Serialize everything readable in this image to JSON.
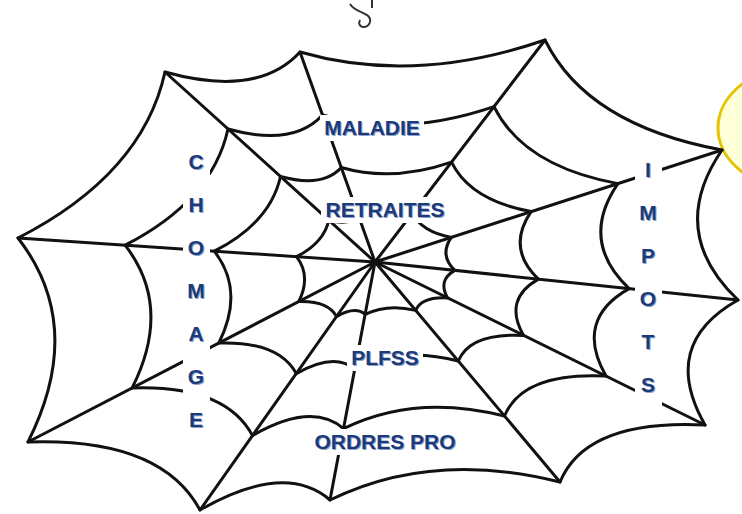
{
  "diagram": {
    "labels": [
      "MALADIE",
      "CHOMAGE",
      "RETRAITES",
      "IMPOTS",
      "PLFSS",
      "ORDRES PRO"
    ]
  }
}
